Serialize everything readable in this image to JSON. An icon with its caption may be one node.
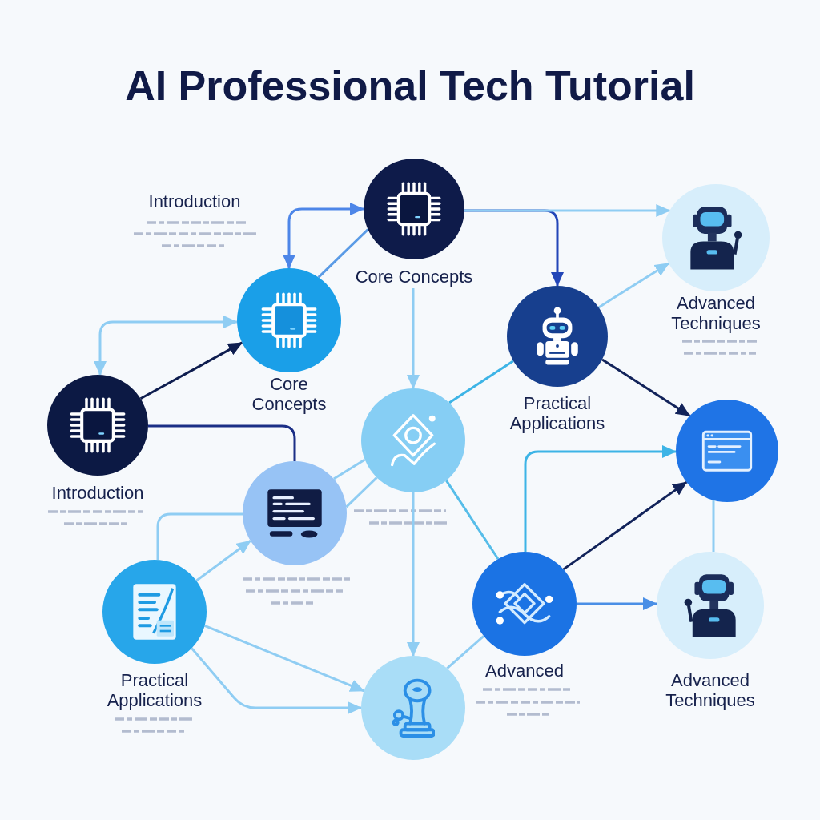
{
  "diagram": {
    "title": "AI Professional Tech Tutorial",
    "nodes": [
      {
        "text": [
          "Core Concepts"
        ]
      },
      {
        "text": [
          "Advanced Techniques"
        ]
      },
      {
        "text": [
          "Core Concepts"
        ]
      },
      {
        "text": [
          "Practical Applications"
        ]
      },
      {
        "text": [
          "Introduction"
        ]
      },
      {
        "text": [],
        "shape": "circle"
      },
      {
        "text": [],
        "shape": "circle"
      },
      {
        "text": [],
        "shape": "circle"
      },
      {
        "text": [
          "Practical Applications"
        ]
      },
      {
        "text": [
          "Advanced"
        ]
      },
      {
        "text": [
          "Advanced Techniques"
        ]
      },
      {
        "text": [],
        "shape": "circle"
      }
    ],
    "edges": [
      {
        "from": 2,
        "to": 0,
        "arrow": "both",
        "color": "#4d86e8"
      },
      {
        "from": 2,
        "to": 0,
        "arrow": "none",
        "color": "#5a9be6"
      },
      {
        "from": 4,
        "to": 2,
        "arrow": "both"
      },
      {
        "from": 4,
        "to": 2,
        "arrow": "to",
        "color": "#0e1d4f"
      },
      {
        "from": 4,
        "to": 7,
        "arrow": "none",
        "color": "#1b2f86"
      },
      {
        "from": 0,
        "to": 3,
        "arrow": "to",
        "color": "#2346b8"
      },
      {
        "from": 0,
        "to": 1,
        "arrow": "to"
      },
      {
        "from": 3,
        "to": 1,
        "arrow": "to"
      },
      {
        "from": 3,
        "to": 6,
        "arrow": "to",
        "color": "#12235a"
      },
      {
        "from": 0,
        "to": 5,
        "arrow": "to"
      },
      {
        "from": 5,
        "to": 3,
        "arrow": "none",
        "color": "#3db4e6"
      },
      {
        "from": 7,
        "to": 5,
        "arrow": "none"
      },
      {
        "from": 7,
        "to": 5,
        "arrow": "none"
      },
      {
        "from": 8,
        "to": 7,
        "arrow": "none"
      },
      {
        "from": 8,
        "to": 7,
        "arrow": "to"
      },
      {
        "from": 8,
        "to": 11,
        "arrow": "to"
      },
      {
        "from": 8,
        "to": 11,
        "arrow": "to"
      },
      {
        "from": 5,
        "to": 11,
        "arrow": "to"
      },
      {
        "from": 5,
        "to": 9,
        "arrow": "none",
        "color": "#56bde9"
      },
      {
        "from": 9,
        "to": 11,
        "arrow": "none"
      },
      {
        "from": 9,
        "to": 6,
        "arrow": "to",
        "color": "#3db4e6"
      },
      {
        "from": 9,
        "to": 6,
        "arrow": "to",
        "color": "#12235a"
      },
      {
        "from": 9,
        "to": 10,
        "arrow": "to",
        "color": "#4a8fe6"
      },
      {
        "from": 6,
        "to": 10,
        "arrow": "none"
      }
    ],
    "labels": [
      "Introduction"
    ]
  }
}
